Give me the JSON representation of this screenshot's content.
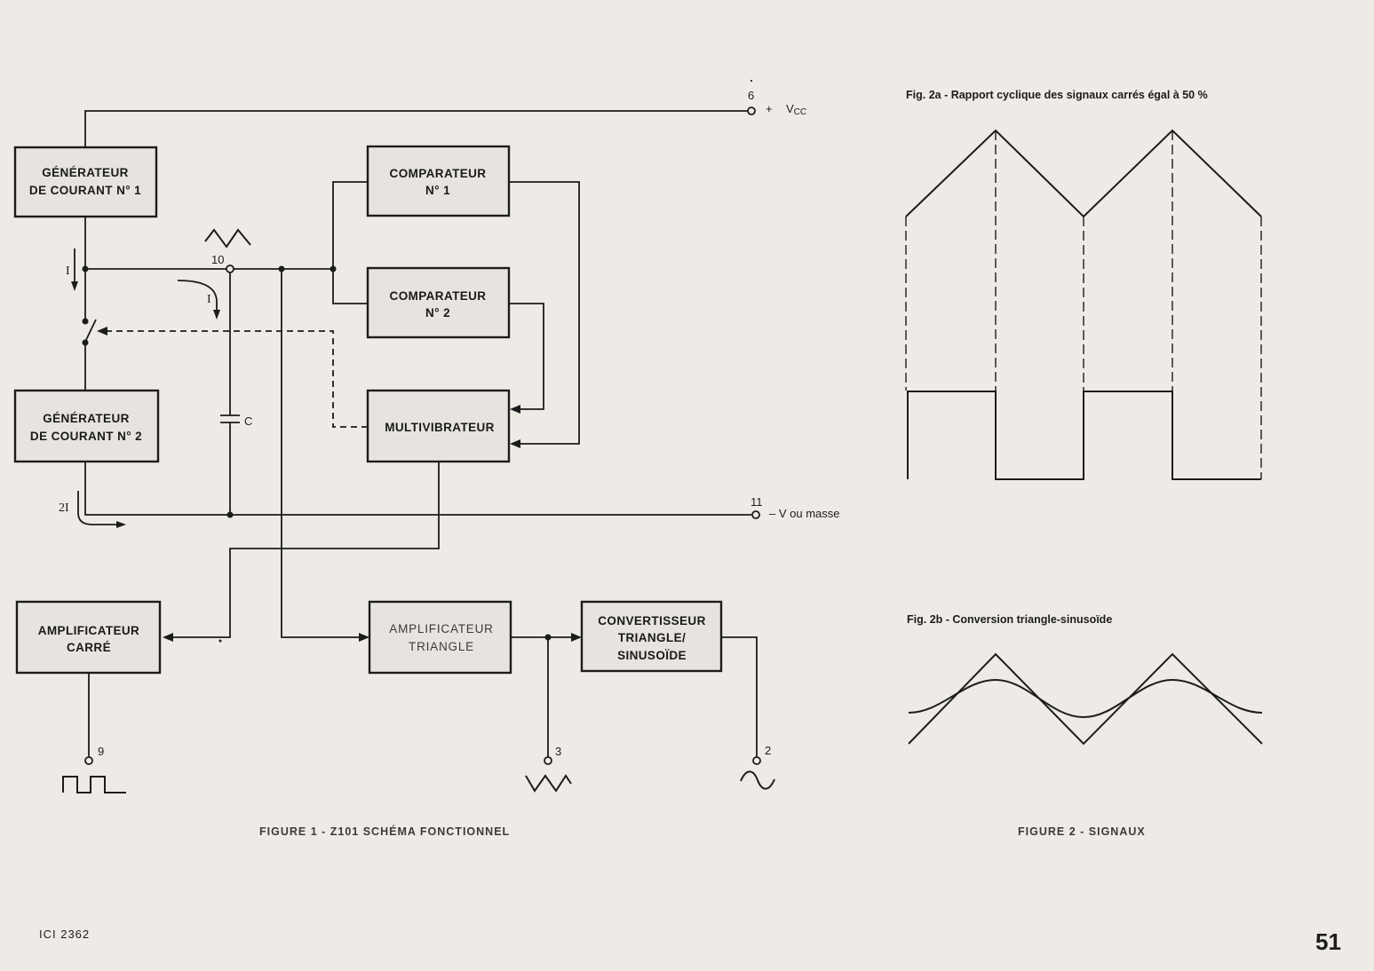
{
  "figure1": {
    "caption": "FIGURE 1 - Z101 SCHÉMA FONCTIONNEL",
    "blocks": {
      "gen1": [
        "GÉNÉRATEUR",
        "DE COURANT N° 1"
      ],
      "gen2": [
        "GÉNÉRATEUR",
        "DE COURANT N° 2"
      ],
      "comp1": [
        "COMPARATEUR",
        "N° 1"
      ],
      "comp2": [
        "COMPARATEUR",
        "N° 2"
      ],
      "multivib": [
        "MULTIVIBRATEUR"
      ],
      "amp_square": [
        "AMPLIFICATEUR",
        "CARRÉ"
      ],
      "amp_triangle": [
        "AMPLIFICATEUR",
        "TRIANGLE"
      ],
      "converter": [
        "CONVERTISSEUR",
        "TRIANGLE/",
        "SINUSOÏDE"
      ]
    },
    "pins": {
      "pin6": "6",
      "pin10": "10",
      "pin11": "11",
      "pin9": "9",
      "pin3": "3",
      "pin2": "2"
    },
    "labels": {
      "vcc_sign": "+",
      "vcc_main": "V",
      "vcc_sub": "CC",
      "vneg": "– V ou masse",
      "current_i1": "I",
      "current_i2": "I",
      "current_2i": "2I",
      "capacitor": "C"
    }
  },
  "figure2": {
    "caption": "FIGURE 2 - SIGNAUX",
    "fig2a_title": "Fig. 2a - Rapport cyclique des signaux carrés égal à 50 %",
    "fig2b_title": "Fig. 2b - Conversion triangle-sinusoïde"
  },
  "footer": {
    "code": "ICI 2362",
    "page_number": "51"
  }
}
